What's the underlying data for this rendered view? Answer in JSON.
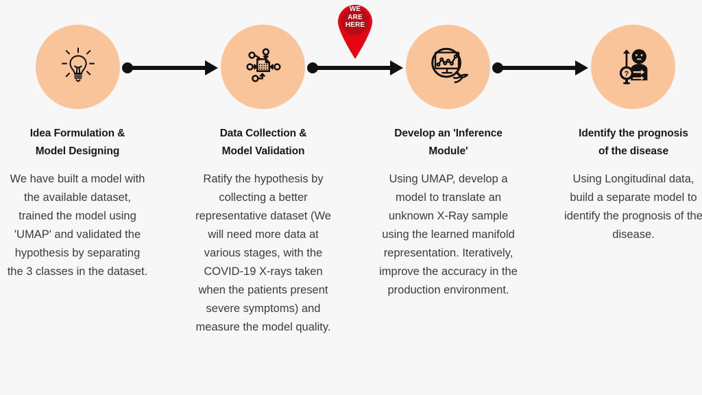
{
  "canvas": {
    "background_color": "#f7f7f7",
    "circle_color": "#fac49b",
    "connector_color": "#111111",
    "title_color": "#18181a",
    "body_color": "#3b3b3d",
    "pin_outer_color": "#e40613",
    "pin_inner_color": "#b50d17"
  },
  "marker": {
    "name": "we-are-here-pin",
    "line1": "WE",
    "line2": "ARE",
    "line3": "HERE"
  },
  "stages": [
    {
      "index": 1,
      "icon": "lightbulb-icon",
      "title": "Idea Formulation &\nModel Designing",
      "title_line1": "Idea Formulation &",
      "title_line2": "Model Designing",
      "description": "We have built a model with the available dataset, trained the model using 'UMAP' and validated the hypothesis by separating the 3 classes in the dataset."
    },
    {
      "index": 2,
      "icon": "data-network-icon",
      "title": "Data Collection &\nModel Validation",
      "title_line1": "Data Collection &",
      "title_line2": "Model Validation",
      "description": "Ratify the hypothesis by collecting a better representative dataset (We will need more data at various stages, with the COVID-19 X-rays taken when the patients present severe symptoms) and measure the model quality."
    },
    {
      "index": 3,
      "icon": "magnifier-chart-monitor-icon",
      "title": "Develop an 'Inference\nModule'",
      "title_line1": "Develop an 'Inference",
      "title_line2": "Module'",
      "description": "Using UMAP, develop a model to translate an unknown X-Ray sample using the learned manifold representation. Iteratively, improve the accuracy in the production environment."
    },
    {
      "index": 4,
      "icon": "patient-question-prognosis-icon",
      "title": "Identify the prognosis\nof the disease",
      "title_line1": "Identify the prognosis",
      "title_line2": "of the disease",
      "description": "Using Longitudinal data, build a separate model to identify the prognosis of the disease."
    }
  ],
  "connectors": [
    {
      "name": "connector-stage1-stage2",
      "from": 1,
      "to": 2
    },
    {
      "name": "connector-stage2-stage3",
      "from": 2,
      "to": 3
    },
    {
      "name": "connector-stage3-stage4",
      "from": 3,
      "to": 4
    }
  ]
}
